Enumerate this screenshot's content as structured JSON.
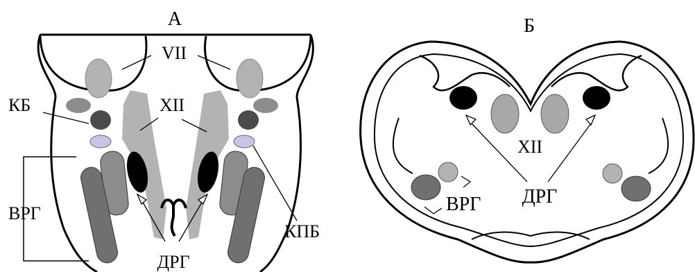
{
  "panel_a": {
    "title": "А",
    "labels": {
      "vii": "VII",
      "xii": "XII",
      "kb": "КБ",
      "vrg": "ВРГ",
      "kpb": "КПБ",
      "drg": "ДРГ"
    }
  },
  "panel_b": {
    "title": "Б",
    "labels": {
      "xii": "XII",
      "drg": "ДРГ",
      "vrg": "ВРГ"
    }
  },
  "colors": {
    "outline": "#000000",
    "light_gray": "#b3b3b3",
    "medium_gray": "#8c8c8c",
    "dark_gray": "#707070",
    "darker_gray": "#4a4a4a",
    "lavender": "#c8c4e6",
    "black": "#000000"
  }
}
